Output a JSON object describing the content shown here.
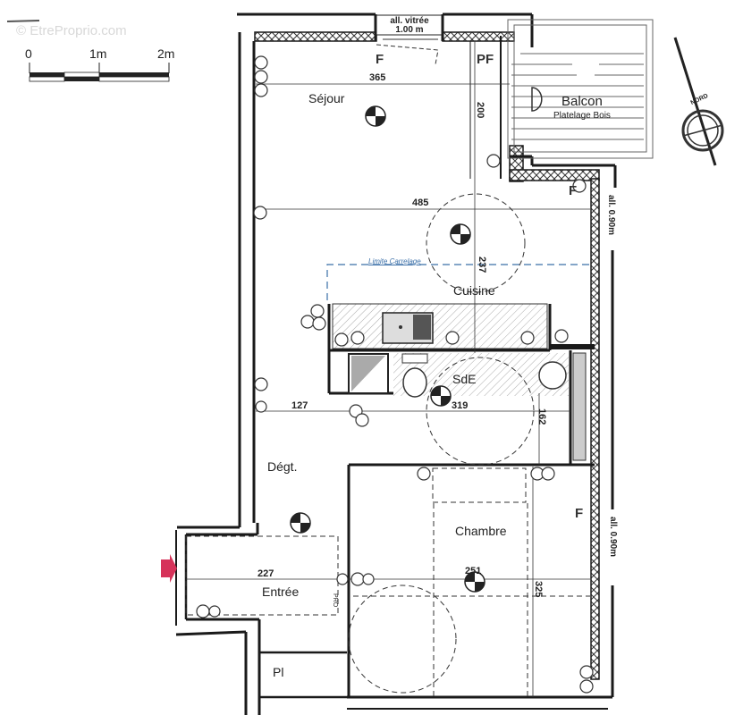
{
  "watermark": "© EtreProprio.com",
  "scale_bar": {
    "labels": [
      "0",
      "1m",
      "2m"
    ]
  },
  "compass": {
    "label": "NORD"
  },
  "rooms": {
    "sejour": "Séjour",
    "balcon": "Balcon",
    "balcon_sub": "Platelage Bois",
    "cuisine": "Cuisine",
    "sde": "SdE",
    "degt": "Dégt.",
    "chambre": "Chambre",
    "entree": "Entrée",
    "placard": "Pl"
  },
  "openings": {
    "top_window": [
      "all. vitrée",
      "1.00 m"
    ],
    "right_window_1": "all. 0.90m",
    "right_window_2": "all. 0.90m",
    "window_marks": [
      "F",
      "PF",
      "F",
      "F"
    ]
  },
  "dimensions": {
    "sejour_width": "365",
    "sejour_depth": "200",
    "living_width": "485",
    "cuisine_depth": "237",
    "degt_width": "127",
    "sde_width": "319",
    "sde_depth": "162",
    "entree_width": "227",
    "chambre_width": "251",
    "chambre_depth": "325"
  },
  "annotations": {
    "tile_limit": "Limite Carrelage",
    "pmr_door": "PRO"
  },
  "colors": {
    "wall": "#1a1a1a",
    "tile_limit": "#3a6fa8",
    "entry_arrow": "#d6335a",
    "hatch": "#888888"
  }
}
